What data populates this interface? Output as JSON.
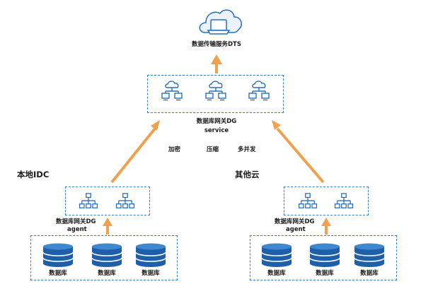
{
  "dts": {
    "title": "数据传输服务DTS",
    "icon": "cloud-monitor-icon"
  },
  "gateway_service": {
    "title": "数据库网关DG",
    "subtitle": "service",
    "icons": [
      "cloud-network-icon",
      "cloud-network-icon",
      "cloud-network-icon"
    ]
  },
  "features": [
    "加密",
    "压缩",
    "多并发"
  ],
  "left": {
    "label": "本地IDC",
    "agent_title": "数据库网关DG",
    "agent_subtitle": "agent",
    "databases": [
      "数据库",
      "数据库",
      "数据库"
    ]
  },
  "right": {
    "label": "其他云",
    "agent_title": "数据库网关DG",
    "agent_subtitle": "agent",
    "databases": [
      "数据库",
      "数据库",
      "数据库"
    ]
  },
  "colors": {
    "arrow": "#f0a14d",
    "dashed_border": "#3a7dc0",
    "icon_blue": "#2a6fb8",
    "db_dark": "#1d5fa8",
    "db_light": "#3f88d0"
  }
}
